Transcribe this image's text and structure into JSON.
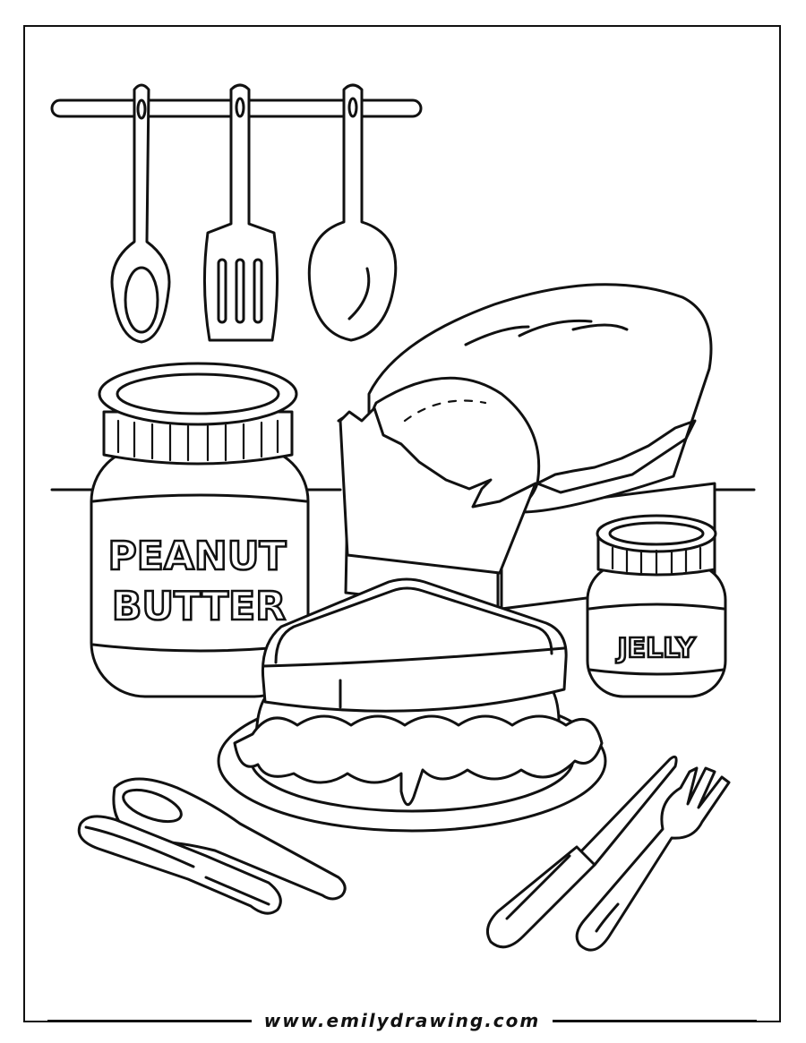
{
  "jar_large": {
    "line1": "PEANUT",
    "line2": "BUTTER"
  },
  "jar_small": {
    "label": "JELLY"
  },
  "footer": {
    "url": "www.emilydrawing.com"
  },
  "colors": {
    "ink": "#111111",
    "paper": "#ffffff"
  }
}
